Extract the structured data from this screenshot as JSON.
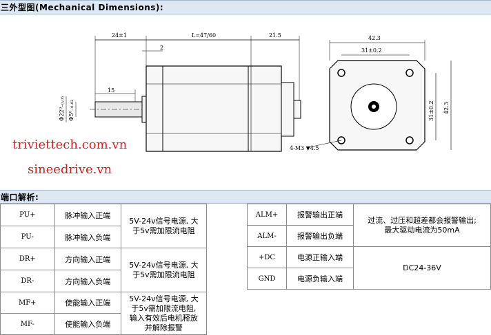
{
  "section1_title": "三外型图(Mechanical Dimensions):",
  "section2_title": "端口解析:",
  "drawing": {
    "dim_24": "24±1",
    "dim_L": "L=47/60",
    "dim_215": "21.5",
    "dim_2": "2",
    "dim_15": "15",
    "dim_phi22": "Φ22⁰₋₀.₀₅",
    "dim_phi5": "Φ5⁰₋₀.₀₂",
    "dim_423_top": "42.3",
    "dim_31_top": "31±0.2",
    "dim_31_side": "31±0.2",
    "dim_423_side": "42.3",
    "dim_holes": "4-M3 ▼4.5"
  },
  "watermarks": [
    "triviettech.com.vn",
    "sineedrive.vn"
  ],
  "table_left": {
    "rows": [
      {
        "signal": "PU+",
        "function": "脉冲输入正端"
      },
      {
        "signal": "PU-",
        "function": "脉冲输入负端"
      },
      {
        "signal": "DR+",
        "function": "方向输入正端"
      },
      {
        "signal": "DR-",
        "function": "方向输入负端"
      },
      {
        "signal": "MF+",
        "function": "使能输入正端"
      },
      {
        "signal": "MF-",
        "function": "使能输入负端"
      }
    ],
    "desc_pu": [
      "5V-24v信号电源, 大",
      "于5v需加限流电阻"
    ],
    "desc_dr": [
      "5V-24v信号电源, 大",
      "于5v需加限流电阻"
    ],
    "desc_mf": [
      "5V-24v信号电源, 大",
      "于5v需加限流电阻,",
      "输入有效后电机释放",
      "并解除报警"
    ]
  },
  "table_right": {
    "rows": [
      {
        "signal": "ALM+",
        "function": "报警输出正端"
      },
      {
        "signal": "ALM-",
        "function": "报警输出负端"
      },
      {
        "signal": "+DC",
        "function": "电源正输入端"
      },
      {
        "signal": "GND",
        "function": "电源负输入端"
      }
    ],
    "desc_alm": [
      "过流、过压和超差都会报警输出;",
      "最大驱动电流为50mA"
    ],
    "desc_dc": "DC24-36V"
  }
}
